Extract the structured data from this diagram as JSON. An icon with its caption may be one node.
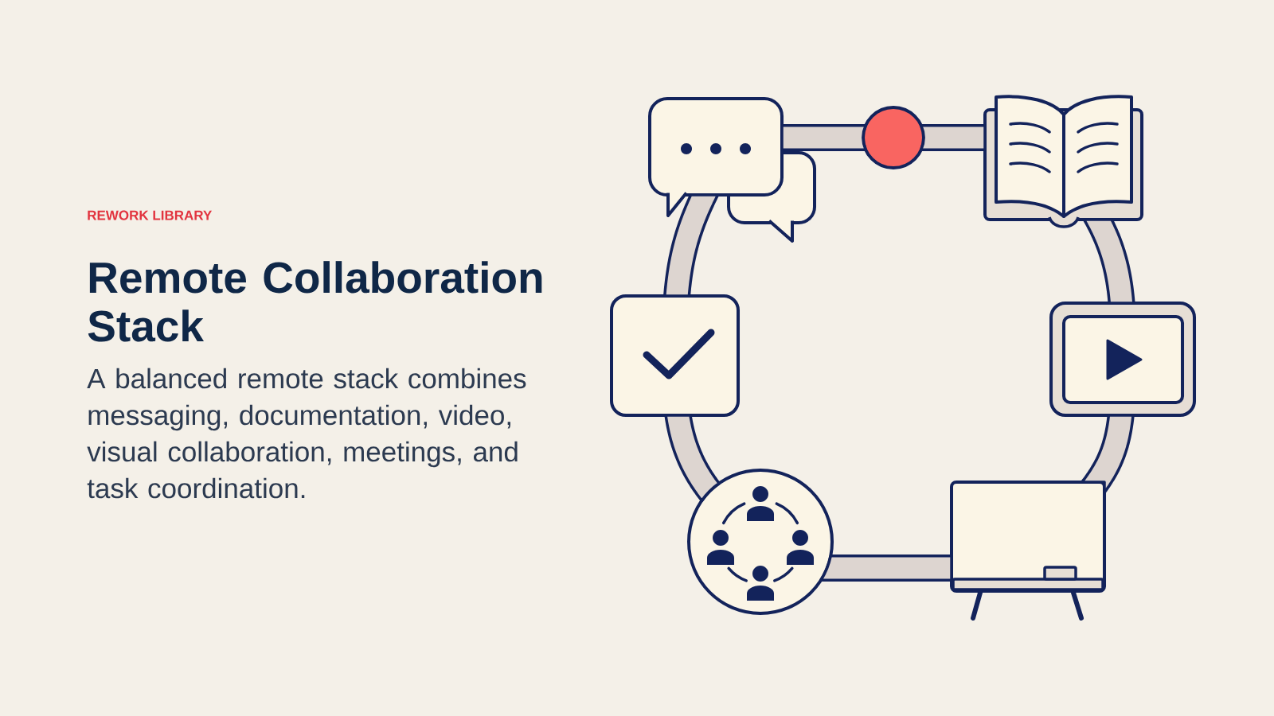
{
  "diagram": {
    "title": "Remote Collaboration Stack",
    "caption": "A balanced remote stack combines messaging, documentation, video, visual collaboration, meetings, and task coordination.",
    "labels": [
      "REWORK LIBRARY"
    ],
    "nodes": [
      {
        "text": [],
        "shape": "picture"
      },
      {
        "text": [],
        "shape": "circle"
      },
      {
        "text": [],
        "shape": "picture"
      },
      {
        "text": [],
        "shape": "picture"
      },
      {
        "text": [],
        "shape": "picture"
      },
      {
        "text": [],
        "shape": "picture"
      },
      {
        "text": [],
        "shape": "picture"
      }
    ],
    "edges": [
      {
        "from": 0,
        "to": 1,
        "arrow": "none"
      },
      {
        "from": 1,
        "to": 2,
        "arrow": "none"
      },
      {
        "from": 2,
        "to": 4,
        "arrow": "none"
      },
      {
        "from": 4,
        "to": 6,
        "arrow": "none"
      },
      {
        "from": 6,
        "to": 5,
        "arrow": "none"
      },
      {
        "from": 5,
        "to": 3,
        "arrow": "none"
      },
      {
        "from": 3,
        "to": 0,
        "arrow": "none"
      }
    ]
  }
}
